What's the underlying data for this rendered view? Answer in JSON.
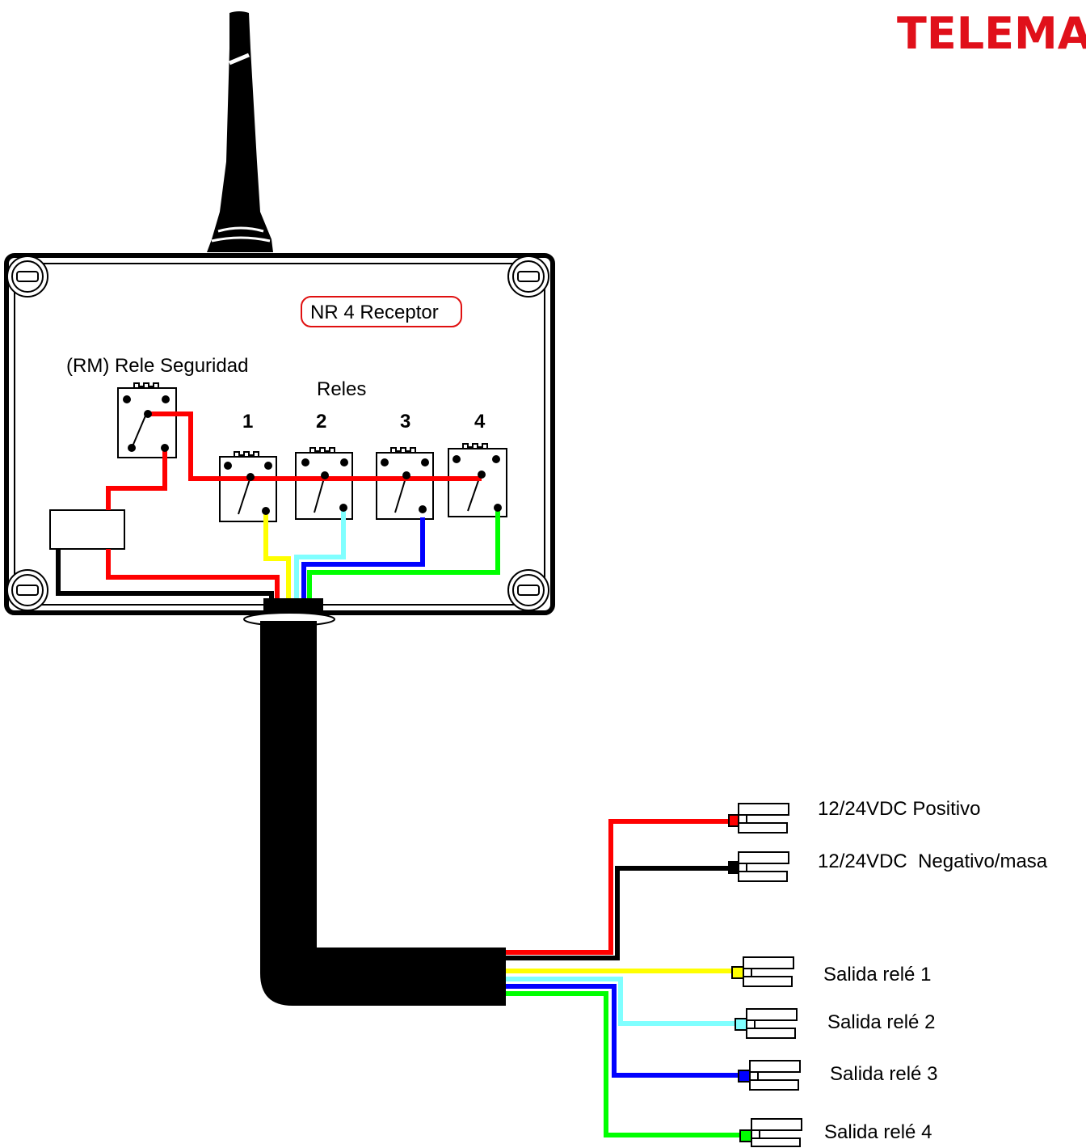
{
  "brand": {
    "text": "TELEMA",
    "color": "#e0101a"
  },
  "device": {
    "title": "NR 4 Receptor",
    "safety_relay_label": "(RM) Rele Seguridad",
    "relays_label": "Reles",
    "relay_numbers": [
      "1",
      "2",
      "3",
      "4"
    ]
  },
  "outputs": [
    {
      "label": "12/24VDC Positivo",
      "wire_color": "#ff0000"
    },
    {
      "label": "12/24VDC  Negativo/masa",
      "wire_color": "#000000"
    },
    {
      "label": "Salida relé 1",
      "wire_color": "#ffff00"
    },
    {
      "label": "Salida relé 2",
      "wire_color": "#80ffff"
    },
    {
      "label": "Salida relé 3",
      "wire_color": "#0000ff"
    },
    {
      "label": "Salida relé 4",
      "wire_color": "#00ff00"
    }
  ]
}
